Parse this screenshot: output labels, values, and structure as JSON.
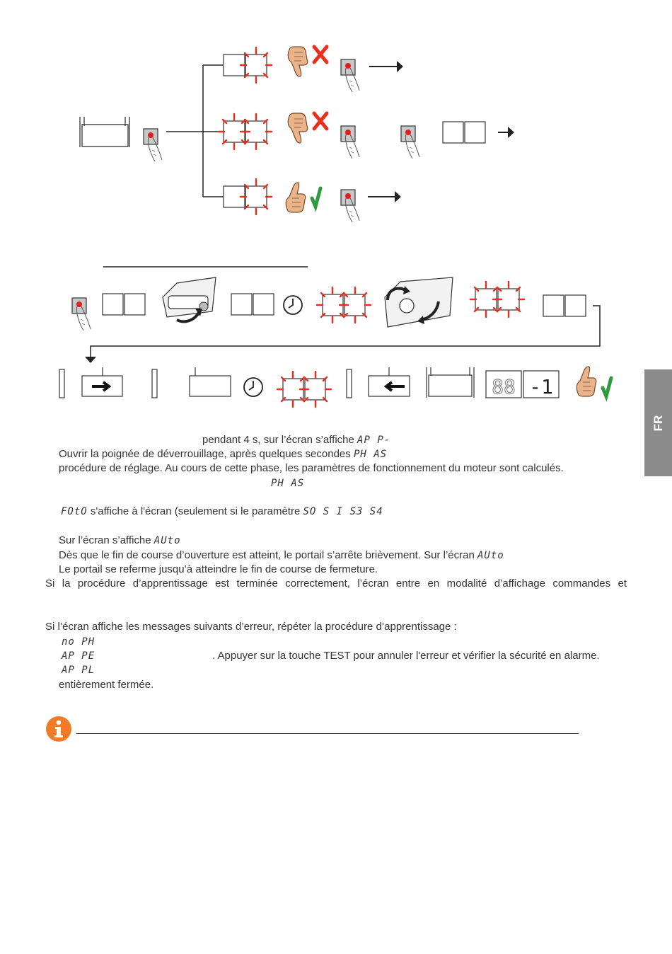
{
  "side_tab": {
    "label": "FR"
  },
  "colors": {
    "flash": "#e8301c",
    "check": "#2e9b3c",
    "cross": "#e8301c",
    "tab": "#8c8c8c",
    "info": "#f07c2a",
    "button_dot": "#e02020"
  },
  "icons": [
    "button-press-icon",
    "thumbs-down-icon",
    "thumbs-up-icon",
    "clock-icon",
    "unlock-handle-icon",
    "arrow-right-icon",
    "arrow-left-icon",
    "info-icon"
  ],
  "steps": {
    "s1": {
      "text": "pendant 4 s, sur l’écran s’affiche",
      "code": "AP P-"
    },
    "s2": {
      "text": "Ouvrir la poignée de déverrouillage, après quelques secondes",
      "code": "PH AS"
    },
    "s3": {
      "text": "procédure de réglage. Au cours de cette phase, les paramètres de fonctionnement du moteur sont calculés."
    },
    "s4": {
      "code": "PH AS"
    },
    "s5": {
      "code": "FOtO",
      "text": "s'affiche à l'écran (seulement si le paramètre",
      "params": "SO  S I  S3  S4"
    },
    "s6": {
      "text": "Sur l’écran s’affiche",
      "code": "AUto"
    },
    "s7": {
      "text": "Dès que le fin de course d’ouverture est atteint, le portail s’arrête brièvement. Sur l’écran",
      "code": "AUto"
    },
    "s8": {
      "text": "Le portail se referme jusqu’à atteindre le fin de course de fermeture."
    },
    "s9": {
      "text": "Si la procédure d’apprentissage est terminée correctement, l’écran entre en modalité d’affichage commandes et"
    }
  },
  "errors": {
    "intro": "Si l’écran affiche les messages suivants d’erreur, répéter la procédure d’apprentissage :",
    "e1": {
      "code": "no  PH"
    },
    "e2": {
      "code": "AP  PE",
      "text": ". Appuyer sur la touche TEST pour annuler l'erreur et vérifier la sécurité en alarme."
    },
    "e3": {
      "code": "AP  PL"
    },
    "tail": "entièrement fermée."
  },
  "display_bottom": {
    "left": "88",
    "right": "-1"
  }
}
